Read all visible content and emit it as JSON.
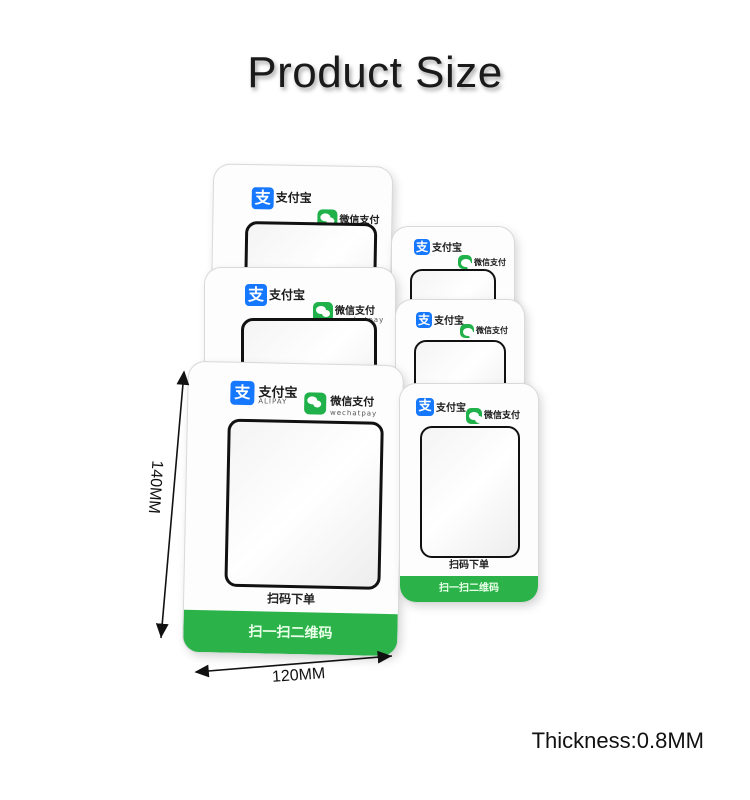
{
  "title": "Product Size",
  "card": {
    "alipay_cn": "支付宝",
    "alipay_en": "ALIPAY",
    "wechat_cn": "微信支付",
    "wechat_en": "wechatpay",
    "scan_order": "扫码下单",
    "scan_code": "扫一扫二维码"
  },
  "dimensions": {
    "height": "140MM",
    "width": "120MM",
    "thickness": "Thickness:0.8MM"
  },
  "colors": {
    "alipay_blue": "#1677ff",
    "wechat_green": "#20b14a",
    "footer_green": "#2bb34a"
  },
  "icons": [
    "alipay-logo-icon",
    "wechat-logo-icon",
    "double-arrow-icon"
  ]
}
